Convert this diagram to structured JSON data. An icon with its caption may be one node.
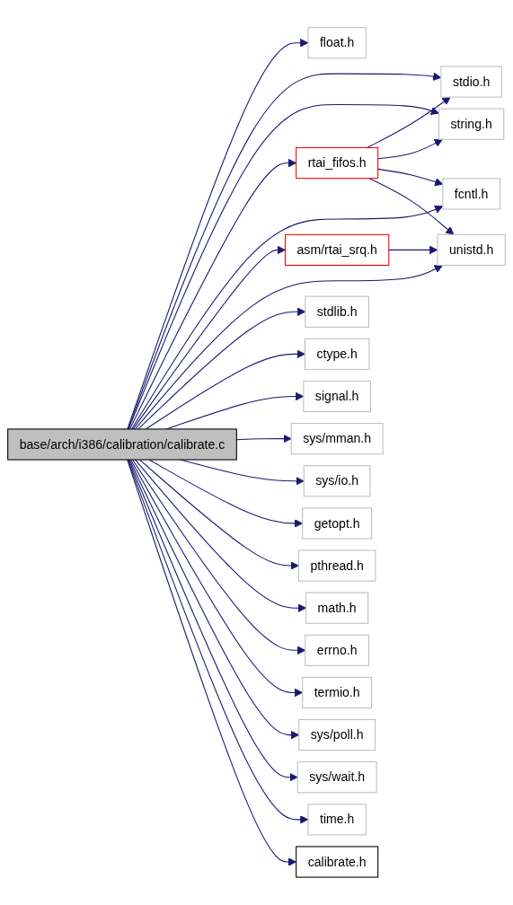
{
  "diagram": {
    "nodes": [
      {
        "text": [
          "base/arch/i386/calibration/calibrate.c"
        ]
      },
      {
        "text": [
          "float.h"
        ]
      },
      {
        "text": [
          "stdio.h"
        ]
      },
      {
        "text": [
          "string.h"
        ]
      },
      {
        "text": [
          "rtai_fifos.h"
        ]
      },
      {
        "text": [
          "fcntl.h"
        ]
      },
      {
        "text": [
          "asm/rtai_srq.h"
        ]
      },
      {
        "text": [
          "unistd.h"
        ]
      },
      {
        "text": [
          "stdlib.h"
        ]
      },
      {
        "text": [
          "ctype.h"
        ]
      },
      {
        "text": [
          "signal.h"
        ]
      },
      {
        "text": [
          "sys/mman.h"
        ]
      },
      {
        "text": [
          "sys/io.h"
        ]
      },
      {
        "text": [
          "getopt.h"
        ]
      },
      {
        "text": [
          "pthread.h"
        ]
      },
      {
        "text": [
          "math.h"
        ]
      },
      {
        "text": [
          "errno.h"
        ]
      },
      {
        "text": [
          "termio.h"
        ]
      },
      {
        "text": [
          "sys/poll.h"
        ]
      },
      {
        "text": [
          "sys/wait.h"
        ]
      },
      {
        "text": [
          "time.h"
        ]
      },
      {
        "text": [
          "calibrate.h"
        ]
      }
    ],
    "edges": [
      {
        "from": 0,
        "to": 1,
        "arrow": "to"
      },
      {
        "from": 0,
        "to": 2,
        "arrow": "to"
      },
      {
        "from": 0,
        "to": 3,
        "arrow": "to"
      },
      {
        "from": 0,
        "to": 4,
        "arrow": "to"
      },
      {
        "from": 0,
        "to": 5,
        "arrow": "to"
      },
      {
        "from": 0,
        "to": 6,
        "arrow": "to"
      },
      {
        "from": 0,
        "to": 7,
        "arrow": "to"
      },
      {
        "from": 0,
        "to": 8,
        "arrow": "to"
      },
      {
        "from": 0,
        "to": 9,
        "arrow": "to"
      },
      {
        "from": 0,
        "to": 10,
        "arrow": "to"
      },
      {
        "from": 0,
        "to": 11,
        "arrow": "to"
      },
      {
        "from": 0,
        "to": 12,
        "arrow": "to"
      },
      {
        "from": 0,
        "to": 13,
        "arrow": "to"
      },
      {
        "from": 0,
        "to": 14,
        "arrow": "to"
      },
      {
        "from": 0,
        "to": 15,
        "arrow": "to"
      },
      {
        "from": 0,
        "to": 16,
        "arrow": "to"
      },
      {
        "from": 0,
        "to": 17,
        "arrow": "to"
      },
      {
        "from": 0,
        "to": 18,
        "arrow": "to"
      },
      {
        "from": 0,
        "to": 19,
        "arrow": "to"
      },
      {
        "from": 0,
        "to": 20,
        "arrow": "to"
      },
      {
        "from": 0,
        "to": 21,
        "arrow": "to"
      },
      {
        "from": 4,
        "to": 2,
        "arrow": "to"
      },
      {
        "from": 4,
        "to": 3,
        "arrow": "to"
      },
      {
        "from": 4,
        "to": 5,
        "arrow": "to"
      },
      {
        "from": 4,
        "to": 7,
        "arrow": "to"
      },
      {
        "from": 6,
        "to": 7,
        "arrow": "to"
      }
    ]
  }
}
